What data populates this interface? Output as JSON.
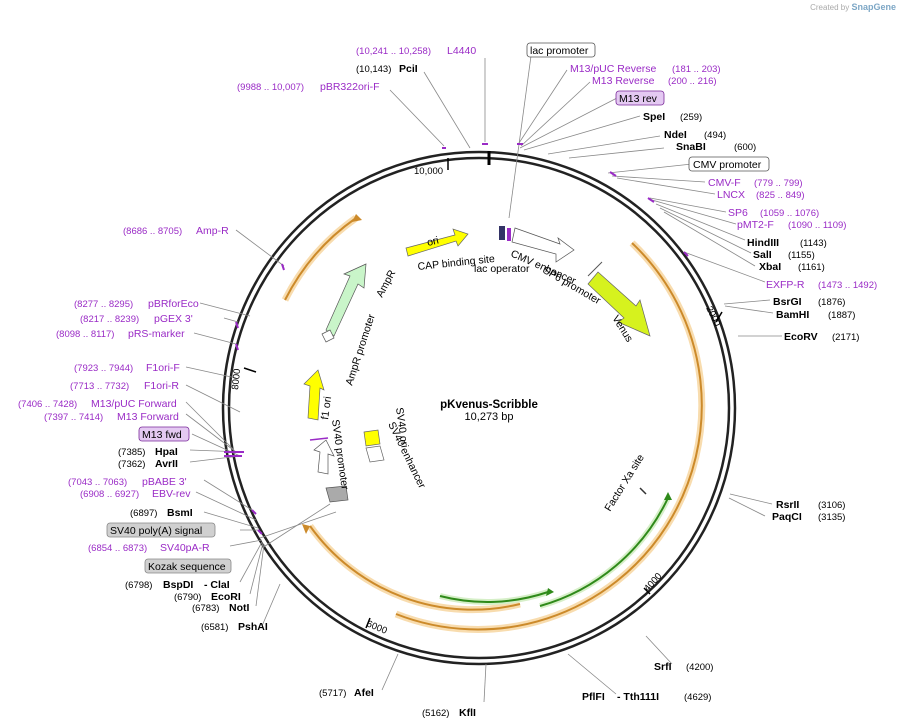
{
  "watermark": {
    "created_by": "Created by",
    "brand": "SnapGene"
  },
  "plasmid": {
    "name": "pKvenus-Scribble",
    "size": "10,273 bp"
  },
  "ticks": [
    "10,000",
    "2000",
    "4000",
    "6000",
    "8000"
  ],
  "enzymes": [
    {
      "name": "PciI",
      "pos": "(10,143)"
    },
    {
      "name": "SpeI",
      "pos": "(259)"
    },
    {
      "name": "NdeI",
      "pos": "(494)"
    },
    {
      "name": "SnaBI",
      "pos": "(600)"
    },
    {
      "name": "HindIII",
      "pos": "(1143)"
    },
    {
      "name": "SalI",
      "pos": "(1155)"
    },
    {
      "name": "XbaI",
      "pos": "(1161)"
    },
    {
      "name": "BsrGI",
      "pos": "(1876)"
    },
    {
      "name": "BamHI",
      "pos": "(1887)"
    },
    {
      "name": "EcoRV",
      "pos": "(2171)"
    },
    {
      "name": "RsrII",
      "pos": "(3106)"
    },
    {
      "name": "PaqCI",
      "pos": "(3135)"
    },
    {
      "name": "SrfI",
      "pos": "(4200)"
    },
    {
      "name": "PflFI",
      "sep": "- Tth111I",
      "pos": "(4629)"
    },
    {
      "name": "KflI",
      "pos": "(5162)"
    },
    {
      "name": "AfeI",
      "pos": "(5717)"
    },
    {
      "name": "PshAI",
      "pos": "(6581)"
    },
    {
      "name": "NotI",
      "pos": "(6783)"
    },
    {
      "name": "EcoRI",
      "pos": "(6790)"
    },
    {
      "name": "BspDI",
      "sep": "- ClaI",
      "pos": "(6798)"
    },
    {
      "name": "BsmI",
      "pos": "(6897)"
    },
    {
      "name": "AvrII",
      "pos": "(7362)"
    },
    {
      "name": "HpaI",
      "pos": "(7385)"
    }
  ],
  "primers": [
    {
      "name": "L4440",
      "range": "(10,241 .. 10,258)"
    },
    {
      "name": "pBR322ori-F",
      "range": "(9988 .. 10,007)"
    },
    {
      "name": "M13/pUC Reverse",
      "range": "(181 .. 203)"
    },
    {
      "name": "M13 Reverse",
      "range": "(200 .. 216)"
    },
    {
      "name": "CMV-F",
      "range": "(779 .. 799)"
    },
    {
      "name": "LNCX",
      "range": "(825 .. 849)"
    },
    {
      "name": "SP6",
      "range": "(1059 .. 1076)"
    },
    {
      "name": "pMT2-F",
      "range": "(1090 .. 1109)"
    },
    {
      "name": "EXFP-R",
      "range": "(1473 .. 1492)"
    },
    {
      "name": "Amp-R",
      "range": "(8686 .. 8705)"
    },
    {
      "name": "pBRforEco",
      "range": "(8277 .. 8295)"
    },
    {
      "name": "pGEX 3'",
      "range": "(8217 .. 8239)"
    },
    {
      "name": "pRS-marker",
      "range": "(8098 .. 8117)"
    },
    {
      "name": "F1ori-F",
      "range": "(7923 .. 7944)"
    },
    {
      "name": "F1ori-R",
      "range": "(7713 .. 7732)"
    },
    {
      "name": "M13/pUC Forward",
      "range": "(7406 .. 7428)"
    },
    {
      "name": "M13 Forward",
      "range": "(7397 .. 7414)"
    },
    {
      "name": "pBABE 3'",
      "range": "(7043 .. 7063)"
    },
    {
      "name": "EBV-rev",
      "range": "(6908 .. 6927)"
    },
    {
      "name": "SV40pA-R",
      "range": "(6854 .. 6873)"
    }
  ],
  "boxed": {
    "lac_promoter": "lac promoter",
    "m13_rev": "M13 rev",
    "cmv_promoter": "CMV promoter",
    "m13_fwd": "M13 fwd",
    "sv40_polya": "SV40 poly(A) signal",
    "kozak": "Kozak sequence"
  },
  "features": {
    "ori": "ori",
    "cap": "CAP binding site",
    "lac_operator": "lac operator",
    "cmv_enhancer": "CMV enhancer",
    "sp6_promoter": "SP6 promoter",
    "venus": "Venus",
    "ampr": "AmpR",
    "ampr_promoter": "AmpR promoter",
    "f1_ori": "f1 ori",
    "sv40_promoter": "SV40 promoter",
    "sv40_ori": "SV40 ori",
    "sv40_enhancer": "SV40 enhancer",
    "factor_xa": "Factor Xa site"
  },
  "colors": {
    "primer": "#9a2bc6",
    "orf": "#f0b25a",
    "venus": "#d6f21e",
    "ori": "#ffff00",
    "ampr": "#c9f5c9",
    "orf_green": "#4aa51f"
  }
}
